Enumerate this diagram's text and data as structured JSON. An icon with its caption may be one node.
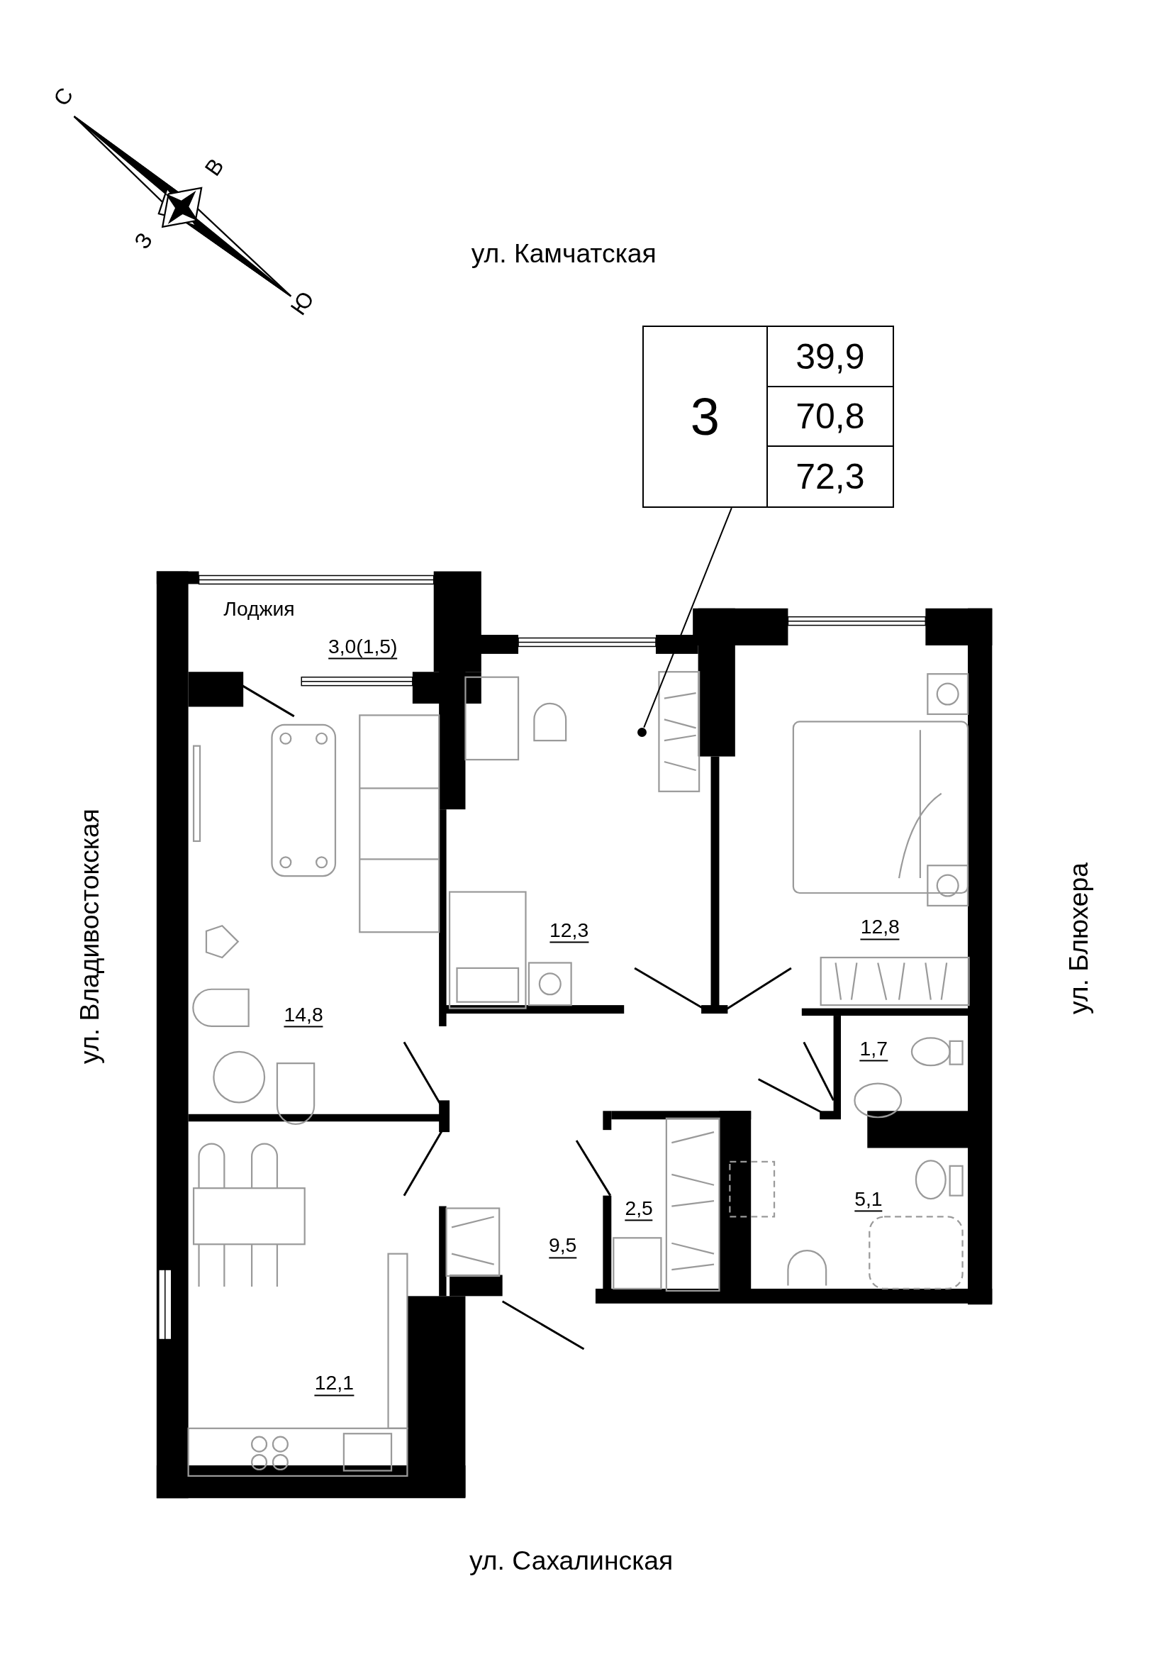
{
  "diagram": {
    "nodes": [
      {
        "text": [
          "3",
          "39,9",
          "70,8",
          "72,3"
        ]
      },
      {
        "text": [],
        "shape": "circle"
      }
    ],
    "edges": [
      {
        "from": 0,
        "to": 1,
        "arrow": "none"
      }
    ],
    "labels": [
      "С",
      "В",
      "З",
      "Ю",
      "ул. Камчатская",
      "Лоджия",
      "3,0(1,5)",
      "12,3",
      "12,8",
      "ул. Владивостокская",
      "ул. Блюхера",
      "14,8",
      "1,7",
      "5,1",
      "2,5",
      "9,5",
      "12,1",
      "ул. Сахалинская"
    ]
  }
}
